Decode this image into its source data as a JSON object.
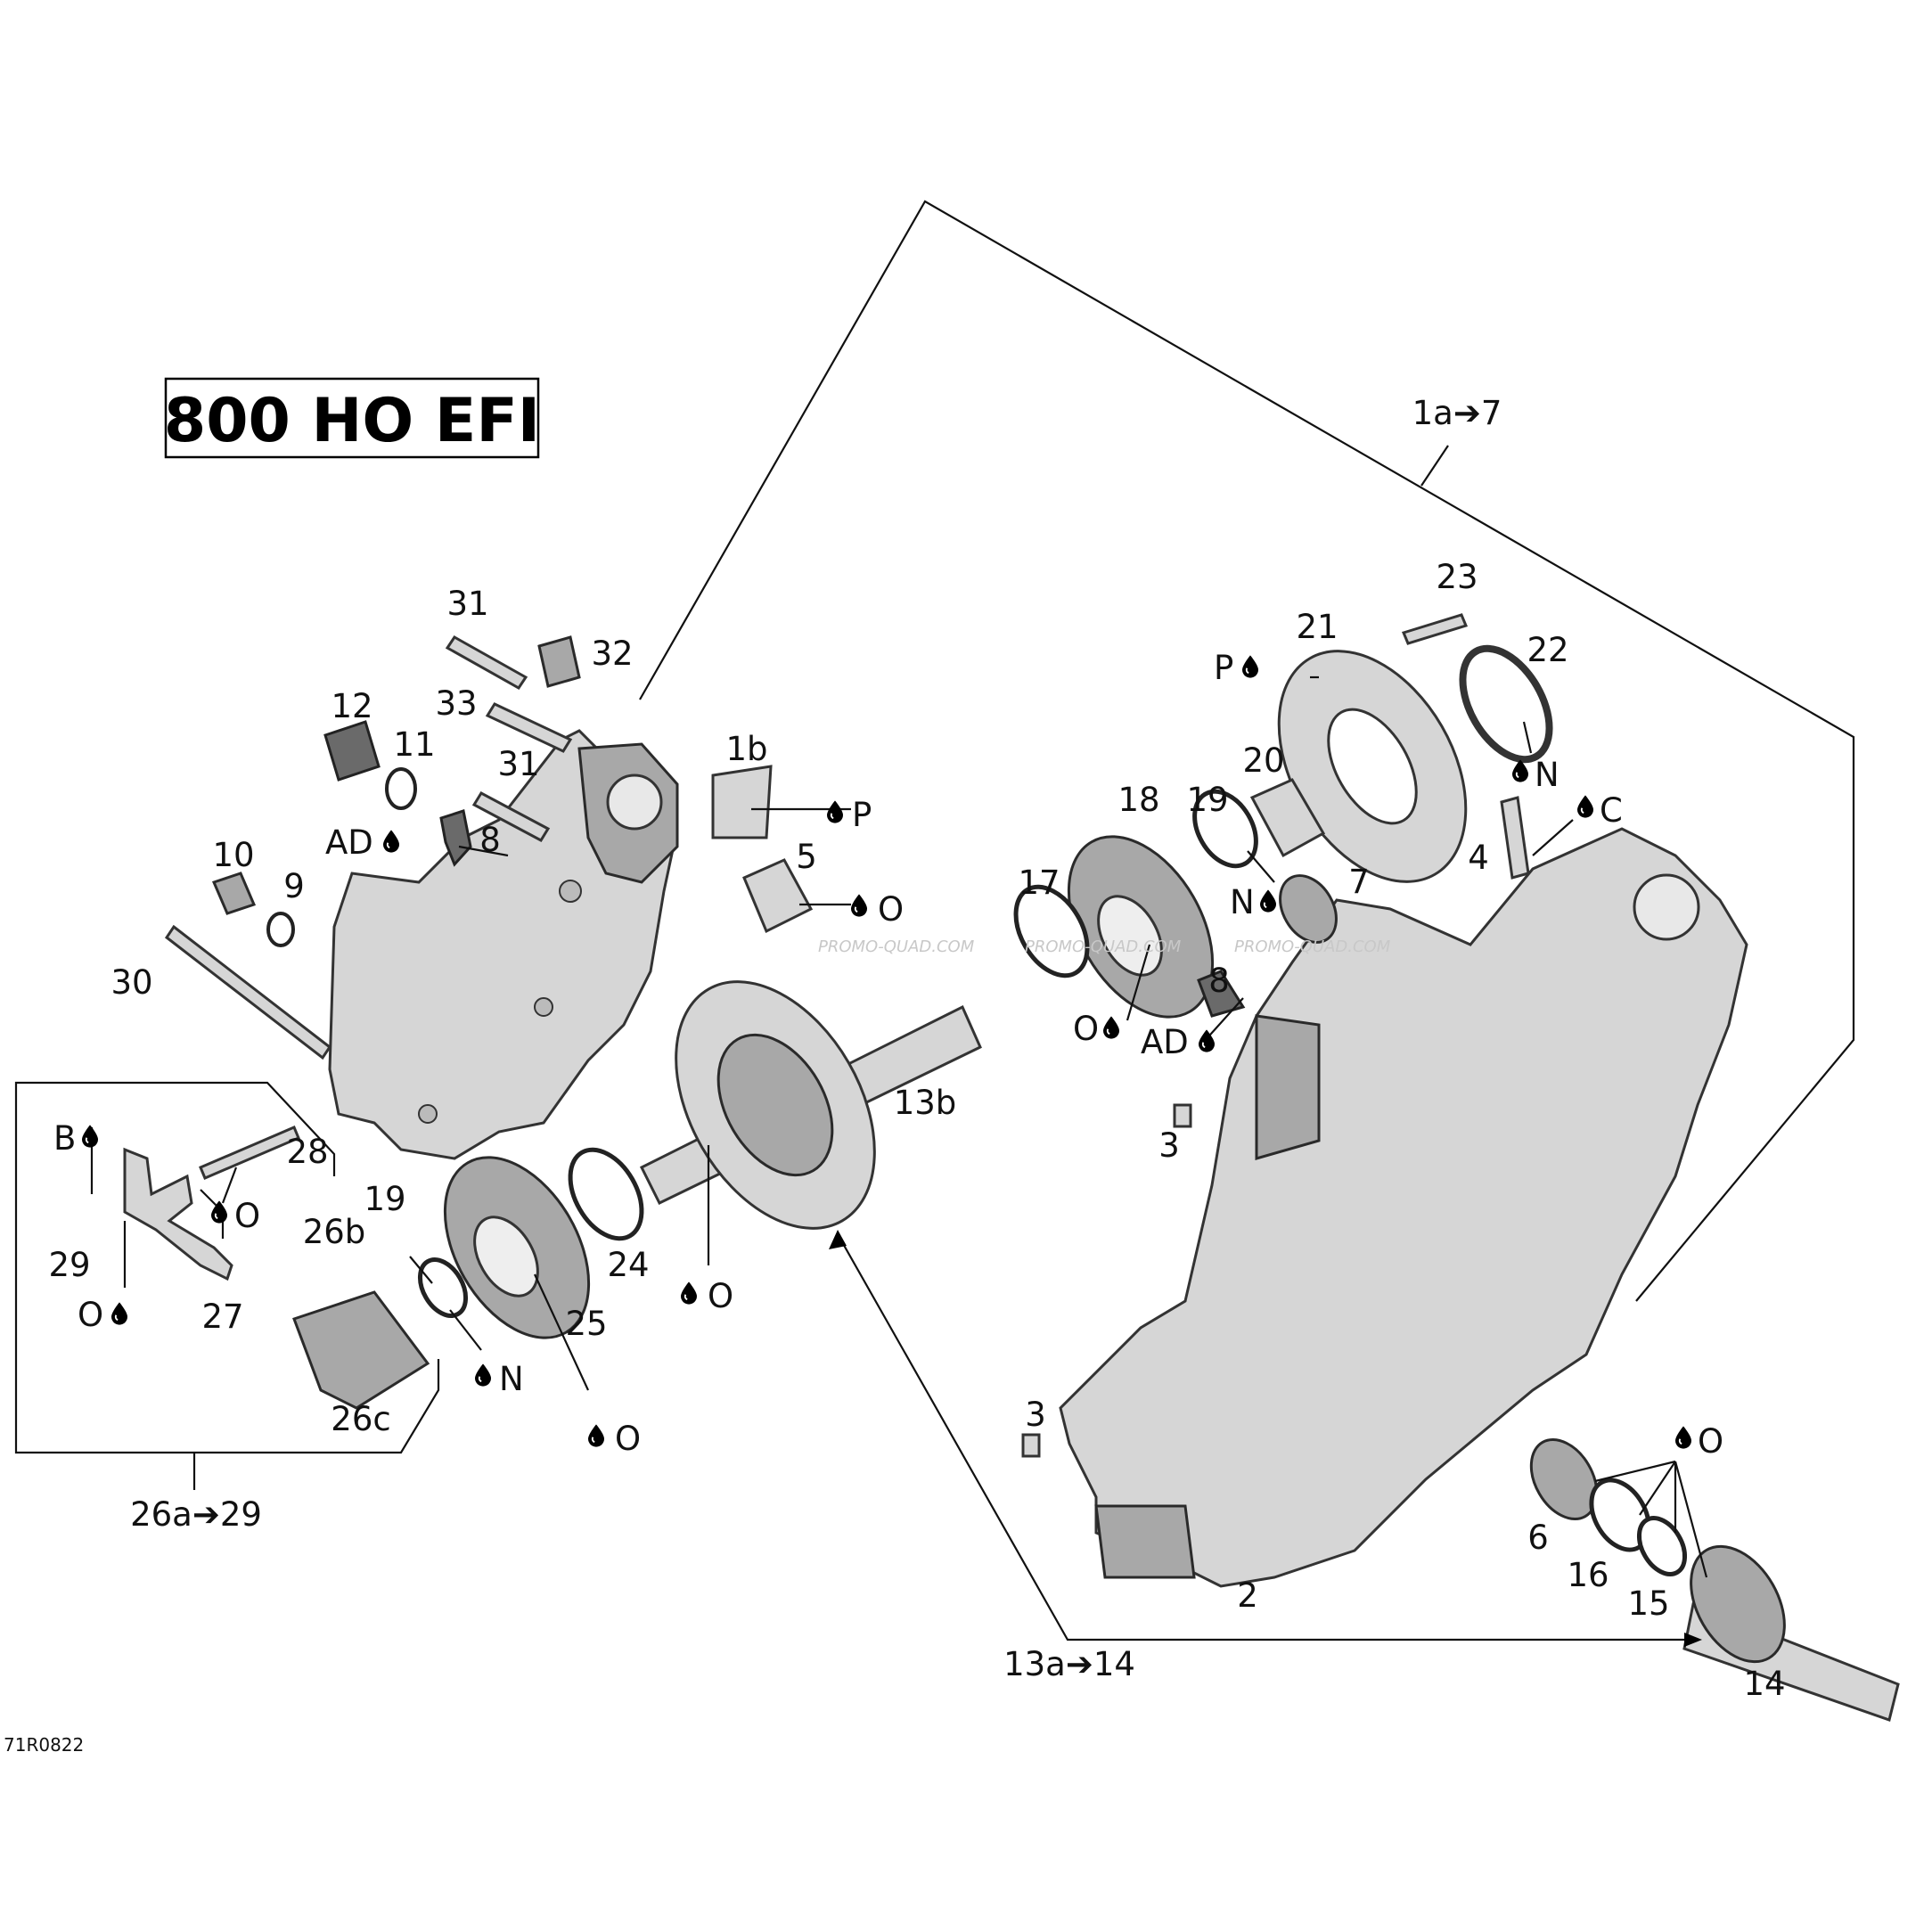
{
  "title": "800 HO EFI",
  "diagram_code": "71R0822",
  "watermark": "PROMO-QUAD.COM",
  "assemblies": {
    "case": "1a➔7",
    "shaft": "13a➔14",
    "fork": "26a➔29"
  },
  "labels": {
    "l1b": "1b",
    "l2": "2",
    "l3a": "3",
    "l3b": "3",
    "l4": "4",
    "l5": "5",
    "l6": "6",
    "l7": "7",
    "l8a": "8",
    "l8b": "8",
    "l9": "9",
    "l10": "10",
    "l11": "11",
    "l12": "12",
    "l13b": "13b",
    "l14": "14",
    "l15": "15",
    "l16": "16",
    "l17": "17",
    "l18": "18",
    "l19a": "19",
    "l19b": "19",
    "l20": "20",
    "l21": "21",
    "l22": "22",
    "l23": "23",
    "l24": "24",
    "l25": "25",
    "l26b": "26b",
    "l26c": "26c",
    "l27": "27",
    "l28": "28",
    "l29": "29",
    "l30": "30",
    "l31a": "31",
    "l31b": "31",
    "l32": "32",
    "l33": "33"
  },
  "lubricant_codes": {
    "p1": "P",
    "p2": "P",
    "o1": "O",
    "o2": "O",
    "o3": "O",
    "o4": "O",
    "o5": "O",
    "o6": "O",
    "o7": "O",
    "n1": "N",
    "n2": "N",
    "n3": "N",
    "c1": "C",
    "b1": "B",
    "ad1": "AD",
    "ad2": "AD"
  }
}
